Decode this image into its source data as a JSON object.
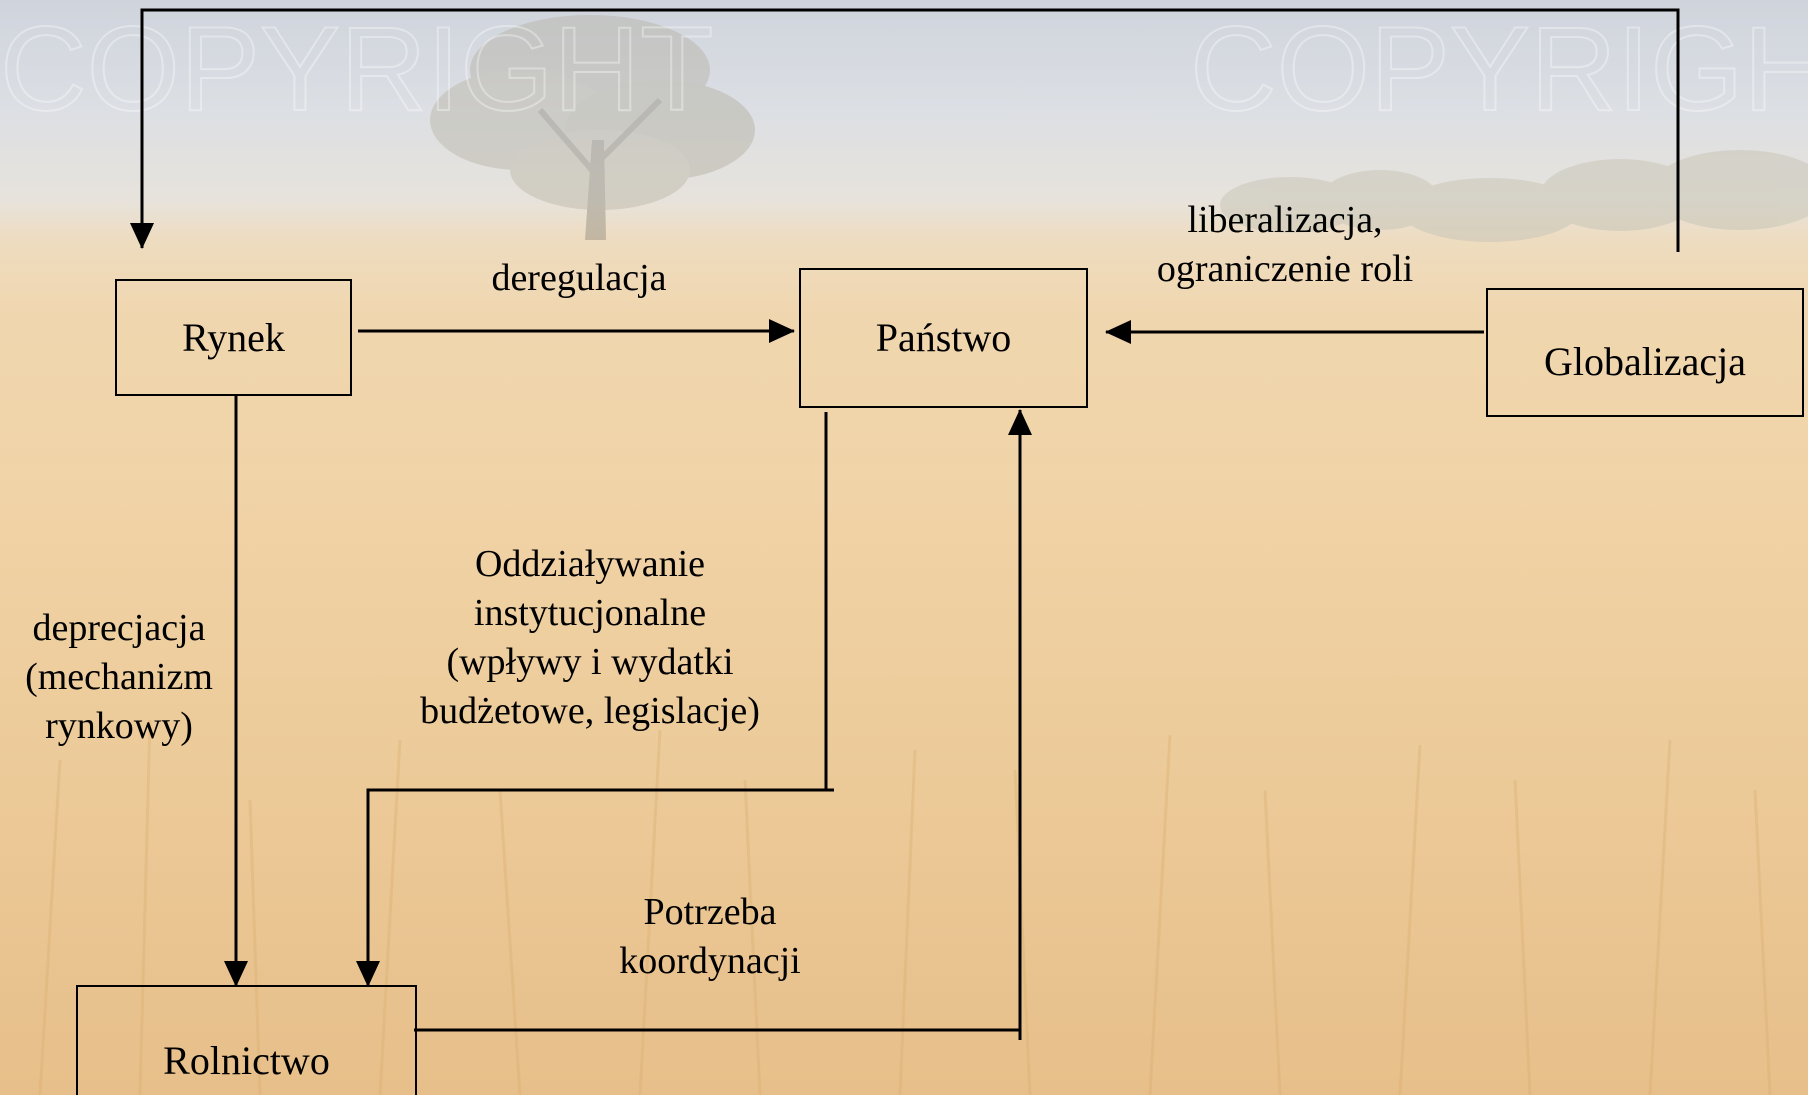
{
  "diagram": {
    "nodes": {
      "rynek": "Rynek",
      "panstwo": "Państwo",
      "globalizacja": "Globalizacja",
      "rolnictwo": "Rolnictwo"
    },
    "edges": {
      "rynek_to_panstwo": "deregulacja",
      "globalizacja_to_panstwo": [
        "liberalizacja,",
        "ograniczenie roli"
      ],
      "rynek_to_rolnictwo": [
        "deprecjacja",
        "(mechanizm",
        "rynkowy)"
      ],
      "panstwo_to_rolnictwo": [
        "Oddziaływanie",
        "instytucjonalne",
        "(wpływy i wydatki",
        "budżetowe, legislacje)"
      ],
      "rolnictwo_to_panstwo": [
        "Potrzeba",
        "koordynacji"
      ]
    }
  },
  "background": {
    "sky_color": "#d3d8e0",
    "field_color": "#f0d3a6",
    "watermark": "COPYRIGHT"
  }
}
